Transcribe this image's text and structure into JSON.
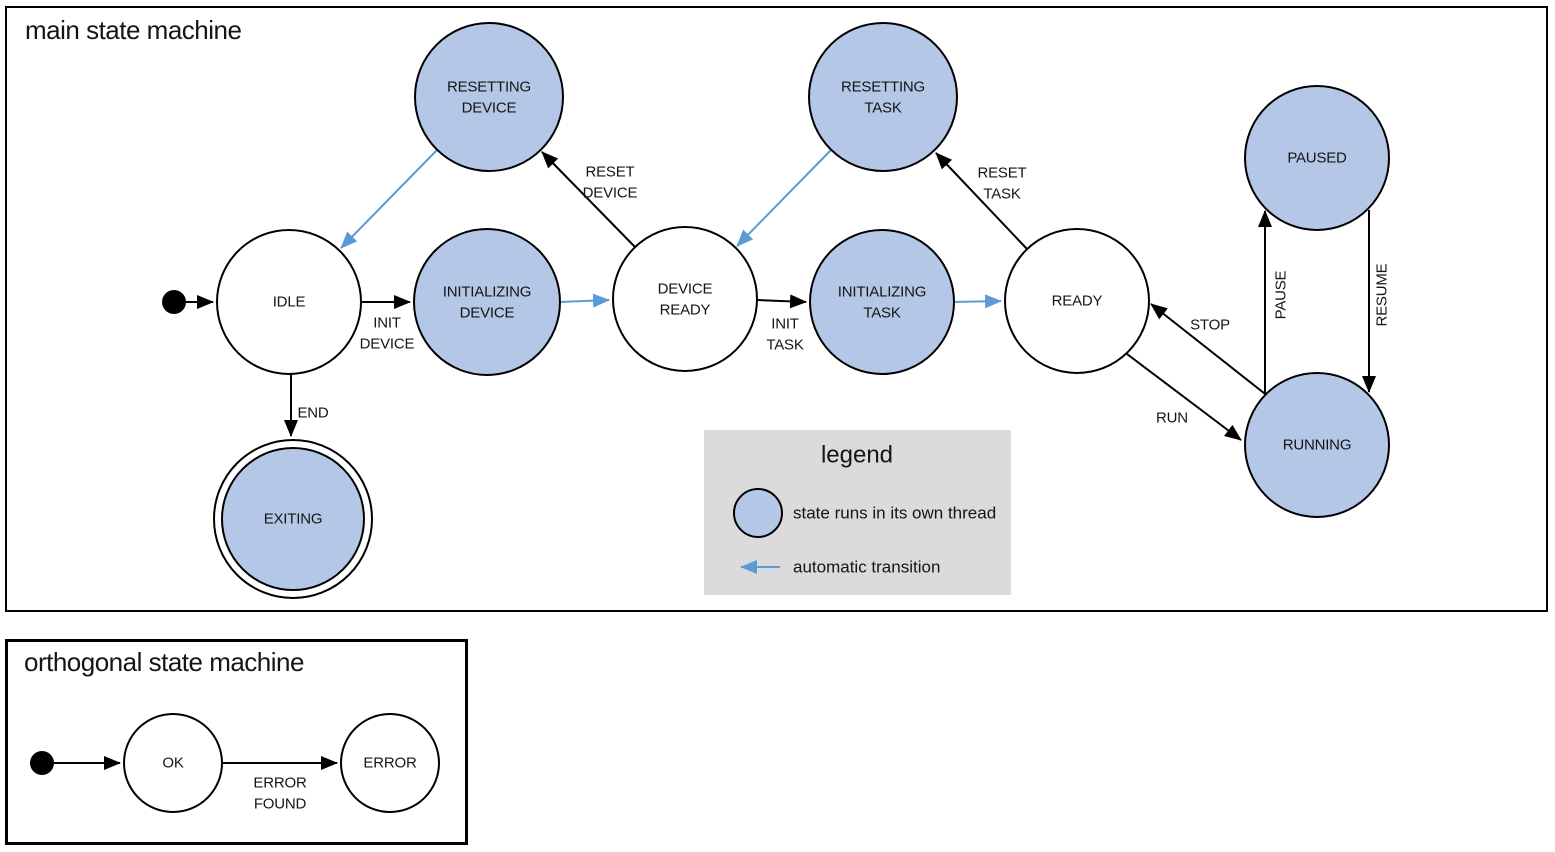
{
  "colors": {
    "threaded_state_fill": "#b4c7e7",
    "automatic_transition": "#5b9bd5",
    "legend_background": "#dbdbdb",
    "line": "#000000"
  },
  "main_machine": {
    "title": "main state machine",
    "states": {
      "idle": "IDLE",
      "resetting_device": [
        "RESETTING",
        "DEVICE"
      ],
      "initializing_device": [
        "INITIALIZING",
        "DEVICE"
      ],
      "device_ready": [
        "DEVICE",
        "READY"
      ],
      "resetting_task": [
        "RESETTING",
        "TASK"
      ],
      "initializing_task": [
        "INITIALIZING",
        "TASK"
      ],
      "ready": "READY",
      "paused": "PAUSED",
      "running": "RUNNING",
      "exiting": "EXITING"
    },
    "transitions": {
      "init_device": [
        "INIT",
        "DEVICE"
      ],
      "reset_device": [
        "RESET",
        "DEVICE"
      ],
      "init_task": [
        "INIT",
        "TASK"
      ],
      "reset_task": [
        "RESET",
        "TASK"
      ],
      "end": "END",
      "stop": "STOP",
      "run": "RUN",
      "pause": "PAUSE",
      "resume": "RESUME"
    }
  },
  "legend": {
    "title": "legend",
    "threaded_item": "state runs in its own thread",
    "auto_item": "automatic transition"
  },
  "orthogonal_machine": {
    "title": "orthogonal state machine",
    "states": {
      "ok": "OK",
      "error": "ERROR"
    },
    "transitions": {
      "error_found": [
        "ERROR",
        "FOUND"
      ]
    }
  }
}
